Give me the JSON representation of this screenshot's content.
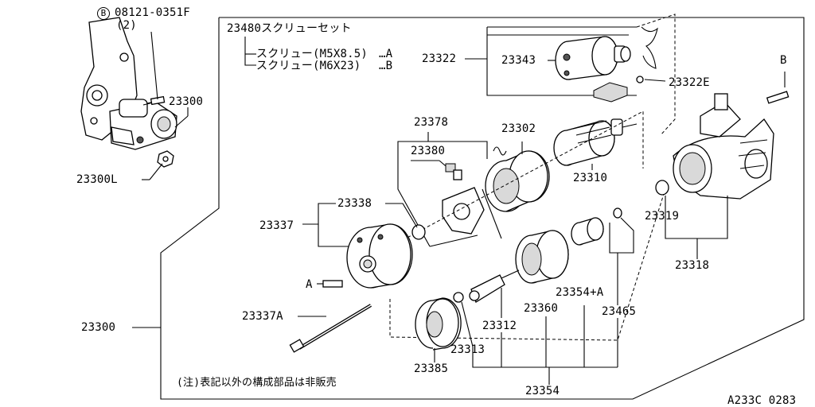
{
  "labels": {
    "bolt_code": "08121-0351F",
    "bolt_qty": "(2)",
    "starter": "23300",
    "starter_main": "23300",
    "nut": "23300L",
    "screw_set": "23480スクリューセット",
    "screw_a": "スクリュー(M5X8.5)",
    "screw_a_ref": "…A",
    "screw_b": "スクリュー(M6X23)",
    "screw_b_ref": "…B",
    "switch_assy": "23322",
    "solenoid": "23343",
    "switch_e": "23322E",
    "brush_holder": "23378",
    "brush": "23380",
    "yoke": "23302",
    "armature": "23310",
    "bushing": "23338",
    "rear_cover": "23337",
    "through_bolt": "23337A",
    "front_bushing": "23319",
    "gear_case": "23318",
    "pinion": "23354+A",
    "washer": "23465",
    "internal_gear": "23360",
    "shaft": "23312",
    "clip": "23313",
    "cover": "23385",
    "drive_assy": "23354",
    "ref_a": "A",
    "ref_b": "B",
    "circle_b": "B",
    "note": "(注)表記以外の構成部品は非販売",
    "figure_code": "A233C 0283"
  }
}
